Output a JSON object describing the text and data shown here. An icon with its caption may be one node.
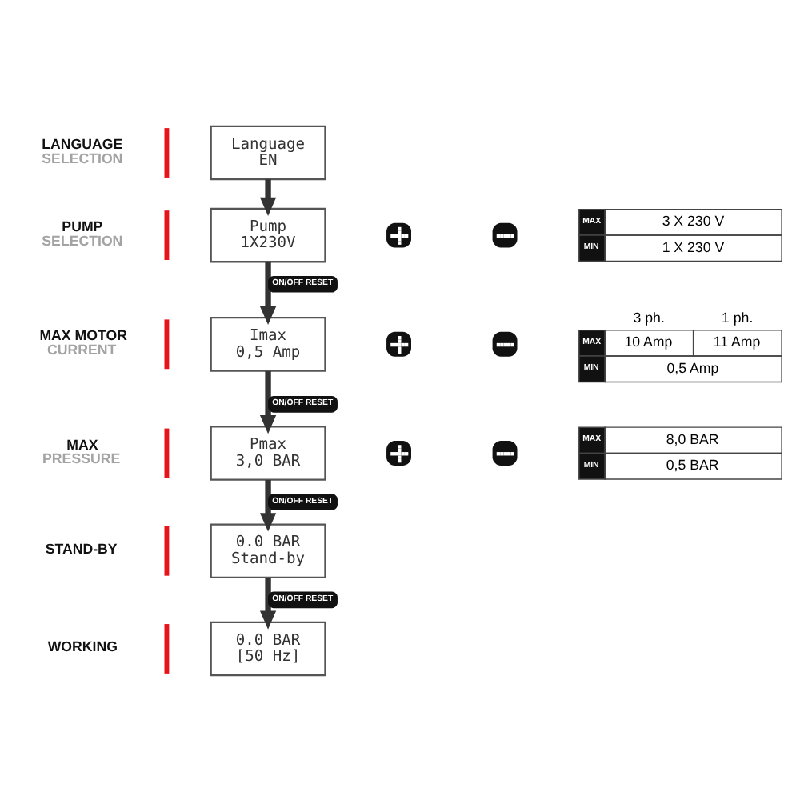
{
  "diagram": {
    "nodes": [
      {
        "text": [
          "Language",
          "EN"
        ]
      },
      {
        "text": [
          "Pump",
          "1X230V"
        ]
      },
      {
        "text": [],
        "shape": "plus"
      },
      {
        "text": [],
        "shape": "minus"
      },
      {
        "text": [
          "Imax",
          "0,5 Amp"
        ]
      },
      {
        "text": [],
        "shape": "plus"
      },
      {
        "text": [],
        "shape": "minus"
      },
      {
        "text": [
          "Pmax",
          "3,0 BAR"
        ]
      },
      {
        "text": [],
        "shape": "plus"
      },
      {
        "text": [],
        "shape": "minus"
      },
      {
        "text": [
          "0.0 BAR",
          "Stand-by"
        ]
      },
      {
        "text": [
          "0.0 BAR",
          "[50 Hz]"
        ]
      }
    ],
    "edges": [
      {
        "from": 0,
        "to": 1,
        "arrow": "to"
      },
      {
        "from": 1,
        "to": 4,
        "arrow": "to",
        "label": "ON/OFF RESET"
      },
      {
        "from": 4,
        "to": 7,
        "arrow": "to",
        "label": "ON/OFF RESET"
      },
      {
        "from": 7,
        "to": 10,
        "arrow": "to",
        "label": "ON/OFF RESET"
      },
      {
        "from": 10,
        "to": 11,
        "arrow": "to",
        "label": "ON/OFF RESET"
      }
    ],
    "labels": [
      "LANGUAGE",
      "SELECTION",
      "PUMP",
      "SELECTION",
      "MAX",
      "3 X 230 V",
      "MIN",
      "1 X 230 V",
      "3 ph.",
      "1 ph.",
      "MAX MOTOR",
      "CURRENT",
      "MAX",
      "10 Amp",
      "11 Amp",
      "MIN",
      "0,5 Amp",
      "MAX",
      "PRESSURE",
      "MAX",
      "8,0 BAR",
      "MIN",
      "0,5 BAR",
      "STAND-BY",
      "WORKING"
    ]
  }
}
